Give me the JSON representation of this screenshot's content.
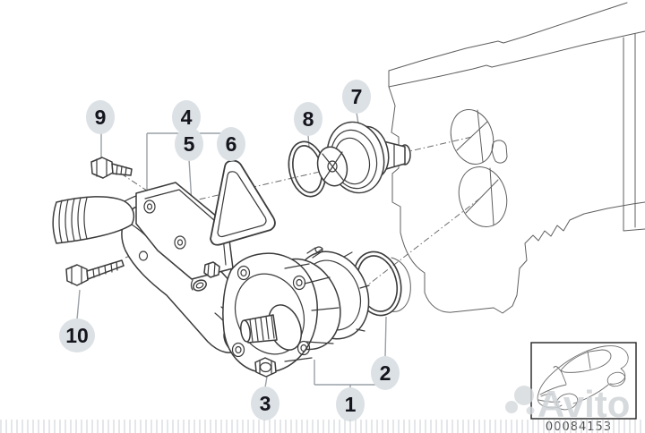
{
  "diagram": {
    "balloons": [
      {
        "number": "1"
      },
      {
        "number": "2"
      },
      {
        "number": "3"
      },
      {
        "number": "4"
      },
      {
        "number": "5"
      },
      {
        "number": "6"
      },
      {
        "number": "7"
      },
      {
        "number": "8"
      },
      {
        "number": "9"
      },
      {
        "number": "10"
      }
    ],
    "image_code": "00084153"
  },
  "watermark": {
    "text": "Avito"
  },
  "colors": {
    "background": "#ffffff",
    "balloon_fill": "#dce1e5",
    "balloon_number": "#15151d",
    "drawing_line": "#3b3b3b",
    "engine_block_line": "#5f5f5f",
    "leader_line": "#9aa0a6",
    "watermark": "#cfd4d7"
  }
}
